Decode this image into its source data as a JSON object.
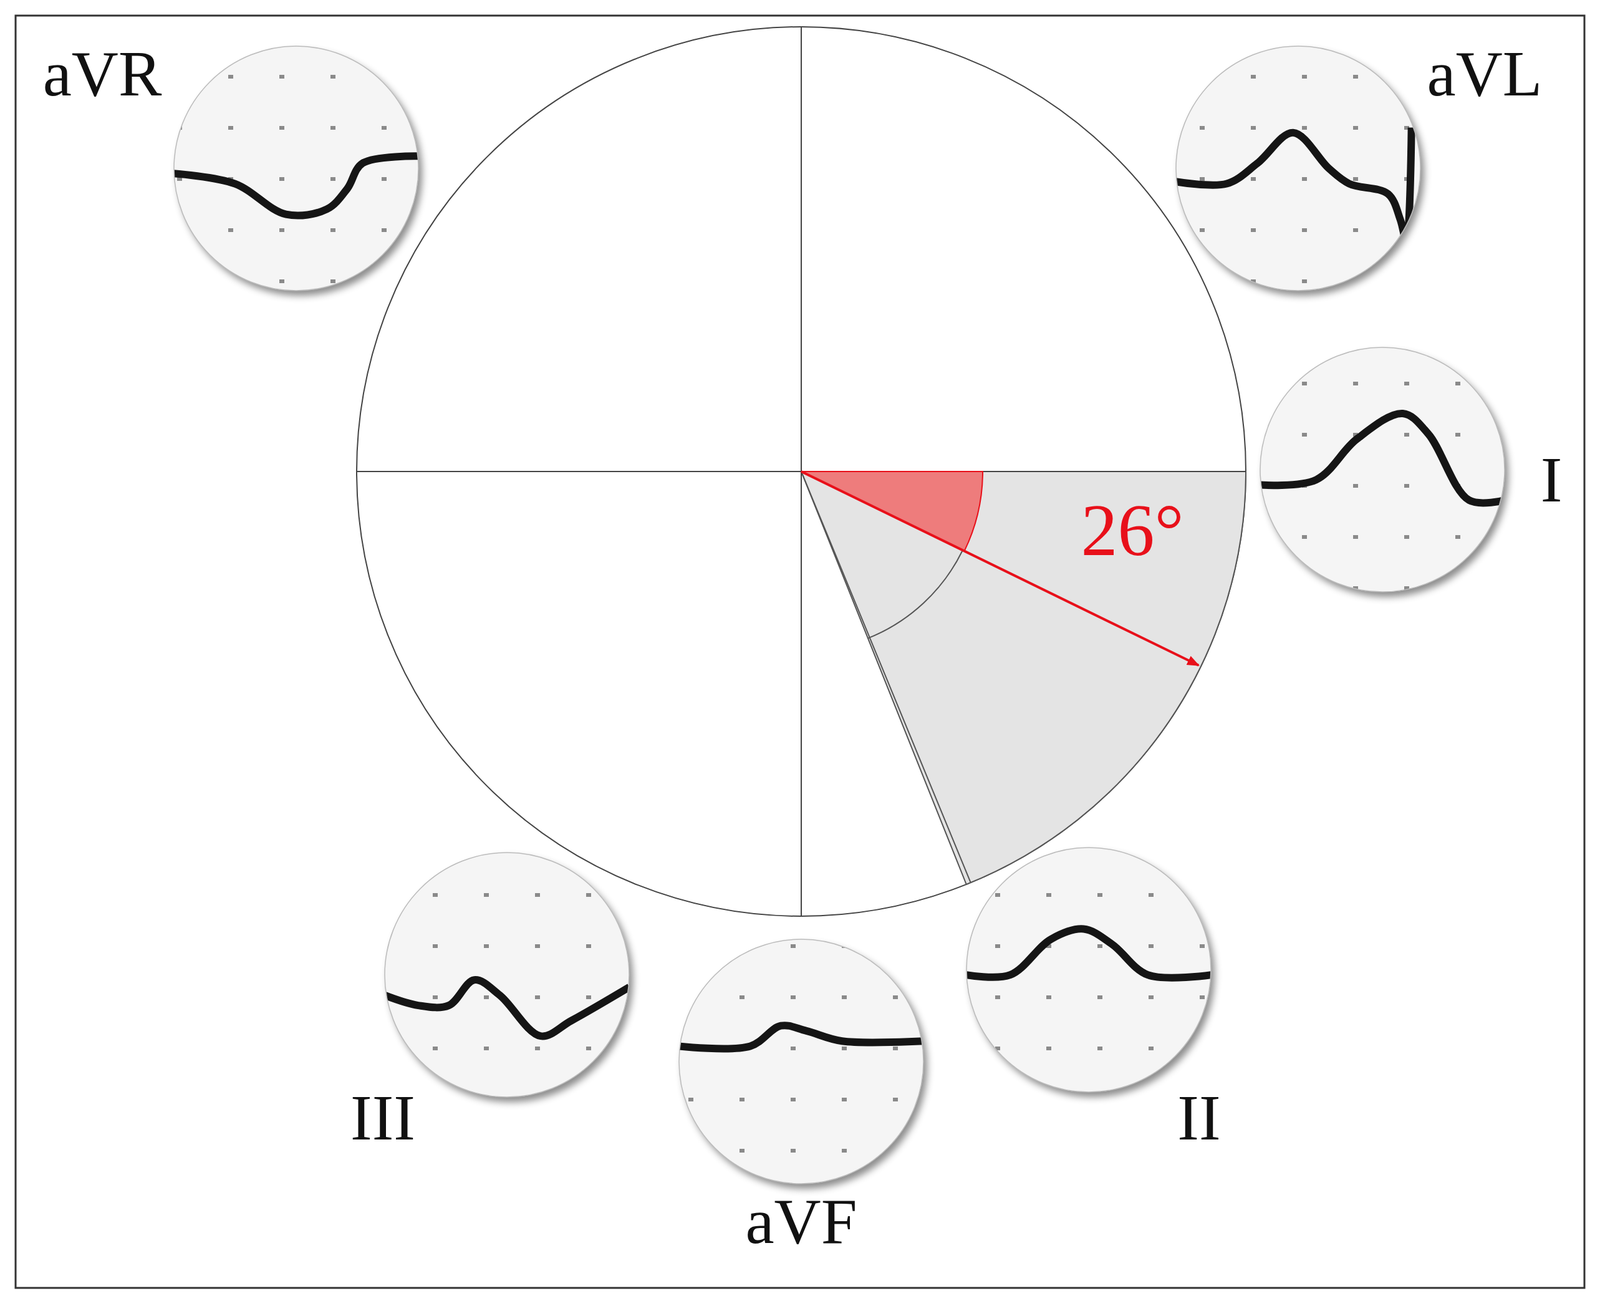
{
  "diagram": {
    "labels": [
      "aVR",
      "aVL",
      "I",
      "26°",
      "III",
      "aVF",
      "II"
    ]
  }
}
